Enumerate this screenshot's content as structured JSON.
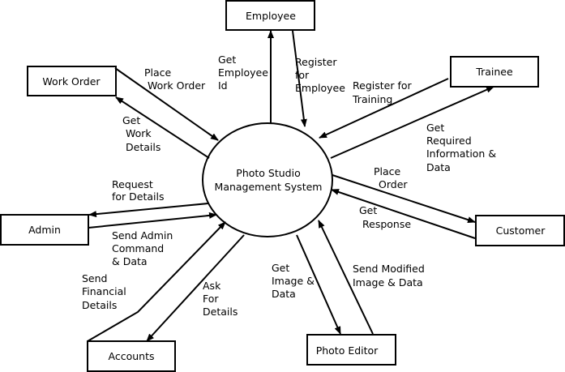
{
  "process": {
    "label_lines": [
      "Photo Studio",
      "Management System"
    ]
  },
  "entities": {
    "employee": "Employee",
    "work_order": "Work Order",
    "trainee": "Trainee",
    "admin": "Admin",
    "customer": "Customer",
    "accounts": "Accounts",
    "photo_editor": "Photo Editor"
  },
  "flows": {
    "place_work_order": [
      "Place",
      "Work Order"
    ],
    "get_work_details": [
      "Get",
      "Work",
      "Details"
    ],
    "get_employee_id": [
      "Get",
      "Employee",
      "Id"
    ],
    "register_for_employee": [
      "Register",
      "for",
      "Employee"
    ],
    "register_for_training": [
      "Register for",
      "Training"
    ],
    "get_required_info": [
      "Get",
      "Required",
      "Information &",
      "Data"
    ],
    "place_order": [
      "Place",
      "Order"
    ],
    "get_response": [
      "Get",
      "Response"
    ],
    "request_for_details": [
      "Request",
      "for Details"
    ],
    "send_admin_command": [
      "Send Admin",
      "Command",
      "& Data"
    ],
    "send_financial_details": [
      "Send",
      "Financial",
      "Details"
    ],
    "ask_for_details": [
      "Ask",
      "For",
      "Details"
    ],
    "get_image_data": [
      "Get",
      "Image &",
      "Data"
    ],
    "send_modified_image": [
      "Send Modified",
      "Image & Data"
    ]
  }
}
